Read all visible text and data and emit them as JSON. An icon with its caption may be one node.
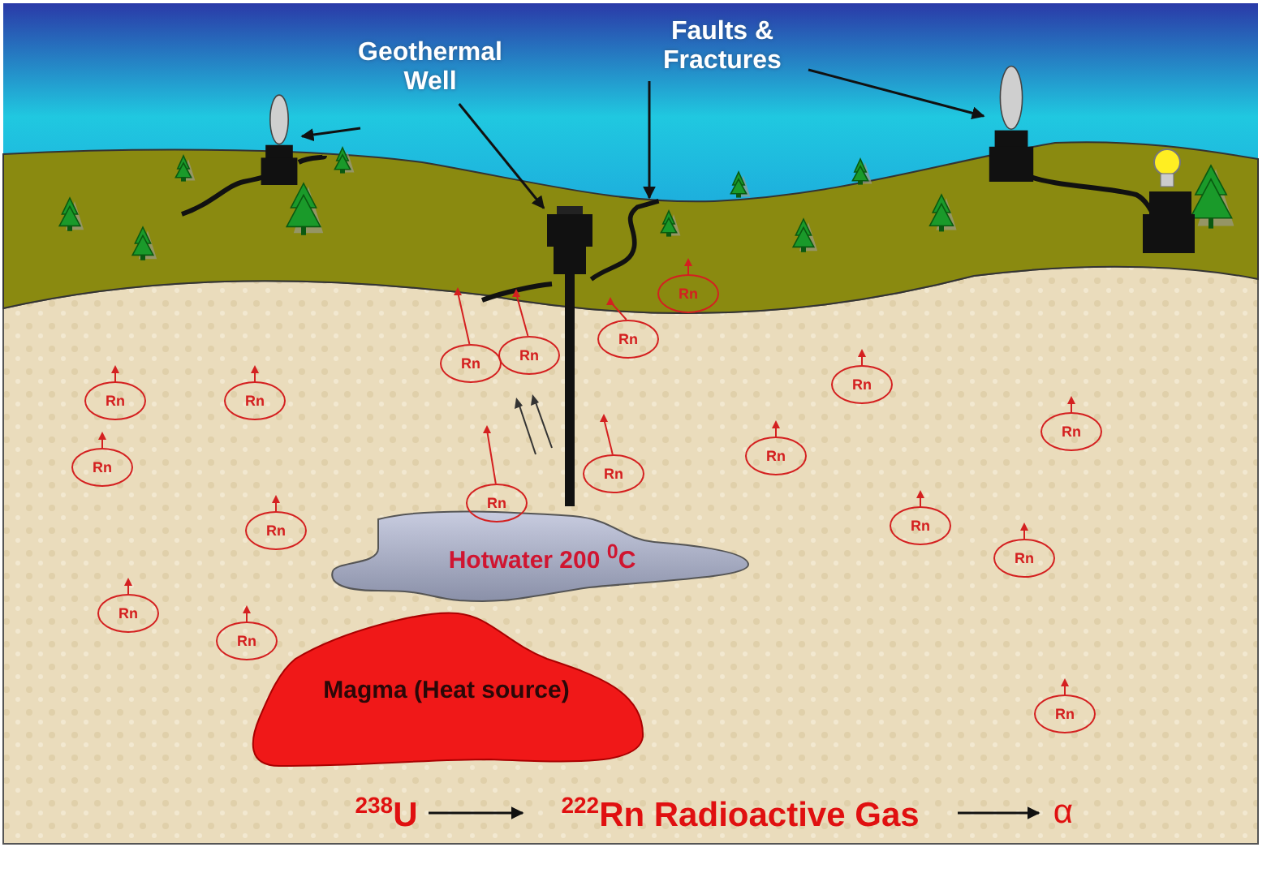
{
  "diagram": {
    "nodes": [
      {
        "text": [
          "Geothermal Well"
        ]
      },
      {
        "text": [
          "Faults & Fractures"
        ]
      },
      {
        "text": [],
        "shape": "picture"
      },
      {
        "text": [],
        "shape": "picture"
      },
      {
        "text": [],
        "shape": "picture"
      },
      {
        "text": [],
        "shape": "picture"
      },
      {
        "text": [
          "Hotwater 200 $^{0}$C"
        ]
      },
      {
        "text": [
          "Magma (Heat source)"
        ]
      },
      {
        "text": [
          "Rn"
        ]
      },
      {
        "text": [
          "Rn"
        ]
      },
      {
        "text": [
          "Rn"
        ]
      },
      {
        "text": [
          "Rn"
        ]
      },
      {
        "text": [
          "Rn"
        ]
      },
      {
        "text": [
          "Rn"
        ]
      },
      {
        "text": [
          "Rn"
        ]
      },
      {
        "text": [
          "Rn"
        ]
      },
      {
        "text": [
          "Rn"
        ]
      },
      {
        "text": [
          "Rn"
        ]
      },
      {
        "text": [
          "Rn"
        ]
      },
      {
        "text": [
          "Rn"
        ]
      },
      {
        "text": [
          "Rn"
        ]
      },
      {
        "text": [
          "Rn"
        ]
      },
      {
        "text": [
          "Rn"
        ]
      },
      {
        "text": [
          "Rn"
        ]
      },
      {
        "text": [
          "Rn"
        ]
      },
      {
        "text": [
          "Rn"
        ]
      },
      {
        "text": [
          "$^{238}$U"
        ]
      },
      {
        "text": [
          "$^{222}$Rn Radioactive Gas"
        ]
      },
      {
        "text": [
          "α"
        ]
      }
    ],
    "edges": [
      {
        "from": 0,
        "to": 3,
        "arrow": "to"
      },
      {
        "from": 1,
        "to": 4,
        "arrow": "to"
      },
      {
        "from": 1,
        "to": 5,
        "arrow": "to"
      },
      {
        "from": null,
        "to": 2,
        "arrow": "to"
      },
      {
        "from": 3,
        "to": 6,
        "arrow": "none",
        "style": "thick"
      },
      {
        "from": 26,
        "to": 27,
        "arrow": "to"
      },
      {
        "from": 27,
        "to": 28,
        "arrow": "to"
      }
    ]
  }
}
